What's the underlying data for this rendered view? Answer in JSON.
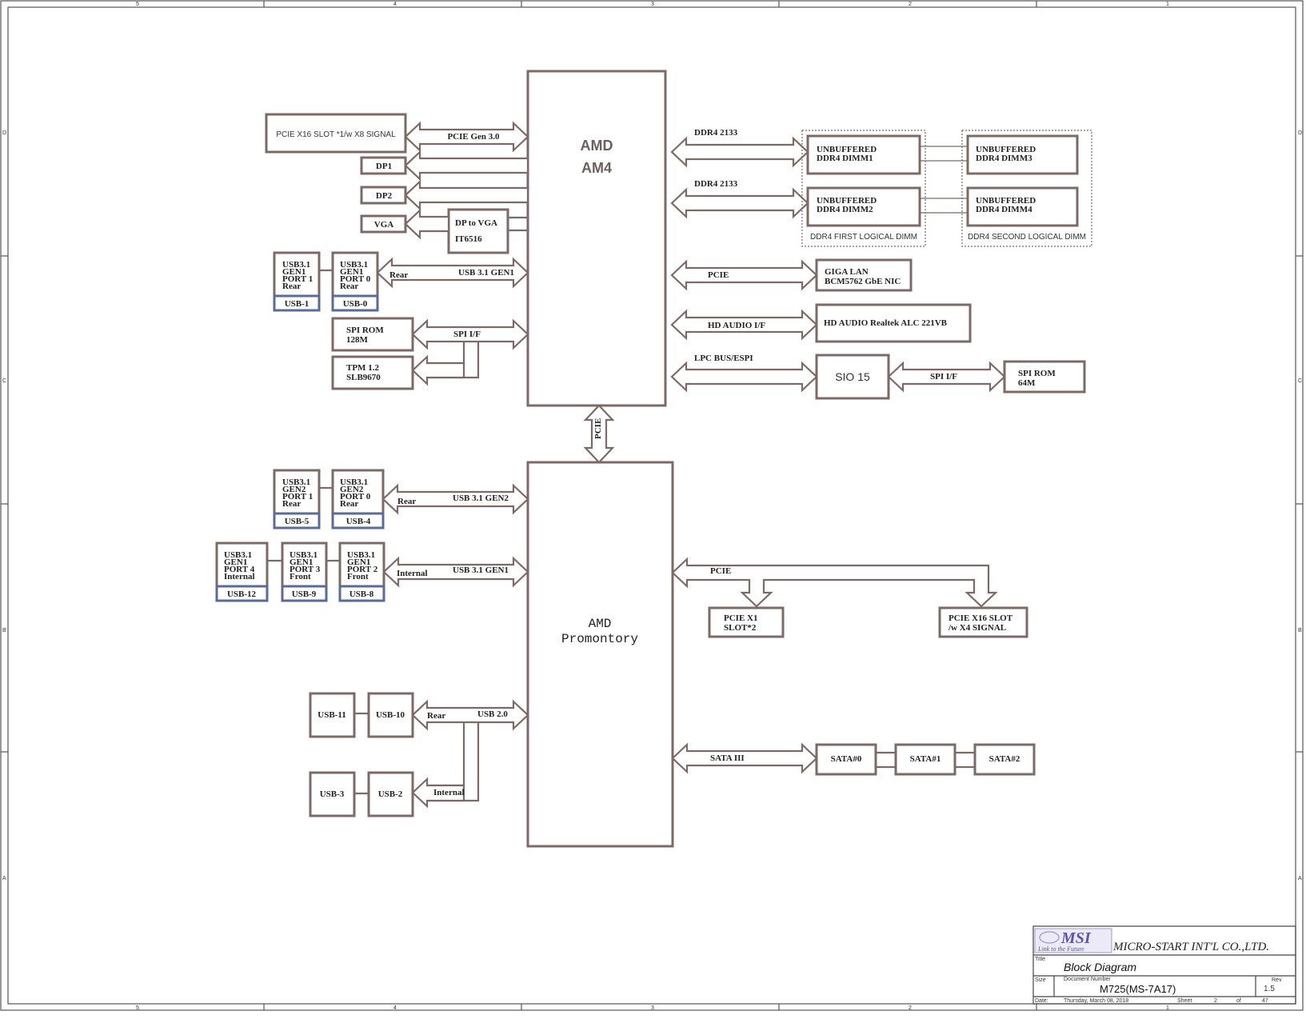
{
  "cpu": {
    "line1": "AMD",
    "line2": "AM4"
  },
  "chipset": {
    "line1": "AMD",
    "line2": "Promontory"
  },
  "pcie_x16_slot": "PCIE X16 SLOT *1/w X8 SIGNAL",
  "pcie_gen3_label": "PCIE Gen 3.0",
  "dp1": "DP1",
  "dp2": "DP2",
  "vga": "VGA",
  "dp_to_vga": {
    "line1": "DP to VGA",
    "line2": "IT6516"
  },
  "usb_gen1_rear": [
    {
      "lines": [
        "USB3.1",
        "GEN1",
        "PORT 1",
        "Rear"
      ],
      "tag": "USB-1"
    },
    {
      "lines": [
        "USB3.1",
        "GEN1",
        "PORT 0",
        "Rear"
      ],
      "tag": "USB-0"
    }
  ],
  "usb_gen1_label": {
    "rear": "Rear",
    "bus": "USB 3.1 GEN1"
  },
  "spi_rom_cpu": {
    "line1": "SPI ROM",
    "line2": "128M"
  },
  "tpm": {
    "line1": "TPM 1.2",
    "line2": "SLB9670"
  },
  "spi_if_cpu": "SPI I/F",
  "ddr_a": "DDR4 2133",
  "ddr_b": "DDR4 2133",
  "dimms": {
    "dimm1": {
      "line1": "UNBUFFERED",
      "line2": "DDR4   DIMM1"
    },
    "dimm2": {
      "line1": "UNBUFFERED",
      "line2": "DDR4   DIMM2"
    },
    "dimm3": {
      "line1": "UNBUFFERED",
      "line2": "DDR4  DIMM3"
    },
    "dimm4": {
      "line1": "UNBUFFERED",
      "line2": "DDR4  DIMM4"
    },
    "first_logical": "DDR4 FIRST LOGICAL DIMM",
    "second_logical": "DDR4 SECOND LOGICAL DIMM"
  },
  "lan": {
    "bus": "PCIE",
    "line1": "GIGA LAN",
    "line2": "BCM5762 GbE NIC"
  },
  "audio": {
    "bus": "HD AUDIO I/F",
    "name": "HD AUDIO Realtek ALC 221VB"
  },
  "lpc": "LPC BUS/ESPI",
  "sio": "SIO 15",
  "spi_if_sio": "SPI I/F",
  "spi_rom_sio": {
    "line1": "SPI ROM",
    "line2": "64M"
  },
  "pcie_link": "PCIE",
  "usb_gen2_rear": [
    {
      "lines": [
        "USB3.1",
        "GEN2",
        "PORT 1",
        "Rear"
      ],
      "tag": "USB-5"
    },
    {
      "lines": [
        "USB3.1",
        "GEN2",
        "PORT 0",
        "Rear"
      ],
      "tag": "USB-4"
    }
  ],
  "usb_gen2_label": {
    "rear": "Rear",
    "bus": "USB 3.1 GEN2"
  },
  "usb_gen1_front": [
    {
      "lines": [
        "USB3.1",
        "GEN1",
        "PORT 4",
        "Internal"
      ],
      "tag": "USB-12"
    },
    {
      "lines": [
        "USB3.1",
        "GEN1",
        "PORT 3",
        "Front"
      ],
      "tag": "USB-9"
    },
    {
      "lines": [
        "USB3.1",
        "GEN1",
        "PORT 2",
        "Front"
      ],
      "tag": "USB-8"
    }
  ],
  "usb_gen1_internal_label": {
    "internal": "Internal",
    "bus": "USB 3.1 GEN1"
  },
  "usb2": {
    "usb11": "USB-11",
    "usb10": "USB-10",
    "usb3": "USB-3",
    "usb2": "USB-2",
    "rear": "Rear",
    "internal": "Internal",
    "bus": "USB 2.0"
  },
  "pcie_chipset": {
    "bus": "PCIE",
    "x1": {
      "line1": "PCIE X1",
      "line2": "SLOT*2"
    },
    "x16": {
      "line1": "PCIE X16 SLOT",
      "line2": "/w X4 SIGNAL"
    }
  },
  "sata": {
    "bus": "SATA III",
    "ports": [
      "SATA#0",
      "SATA#1",
      "SATA#2"
    ]
  },
  "title_block": {
    "logo": "MSI",
    "logo_tagline": "Link to the Future",
    "company": "MICRO-START INT'L CO.,LTD.",
    "title_label": "Title",
    "title": "Block Diagram",
    "size_label": "Size",
    "doc_label": "Document Number",
    "doc_number": "M725(MS-7A17)",
    "rev_label": "Rev",
    "rev": "1.5",
    "date_label": "Date:",
    "date": "Thursday, March 08, 2018",
    "sheet_label": "Sheet",
    "sheet": "2",
    "of_label": "of",
    "total": "47"
  },
  "border_cols": [
    "5",
    "4",
    "3",
    "2",
    "1"
  ],
  "border_rows": [
    "D",
    "C",
    "B",
    "A"
  ]
}
